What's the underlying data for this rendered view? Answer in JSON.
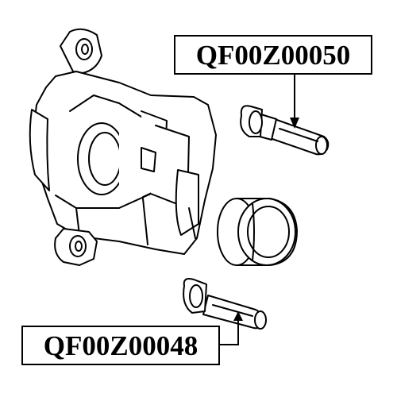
{
  "diagram": {
    "parts": [
      {
        "id": "caliper-body",
        "label": ""
      },
      {
        "id": "guide-pin-upper",
        "label": "QF00Z00050"
      },
      {
        "id": "piston",
        "label": ""
      },
      {
        "id": "guide-pin-lower",
        "label": "QF00Z00048"
      }
    ],
    "colors": {
      "line": "#000000",
      "background": "#ffffff"
    }
  }
}
